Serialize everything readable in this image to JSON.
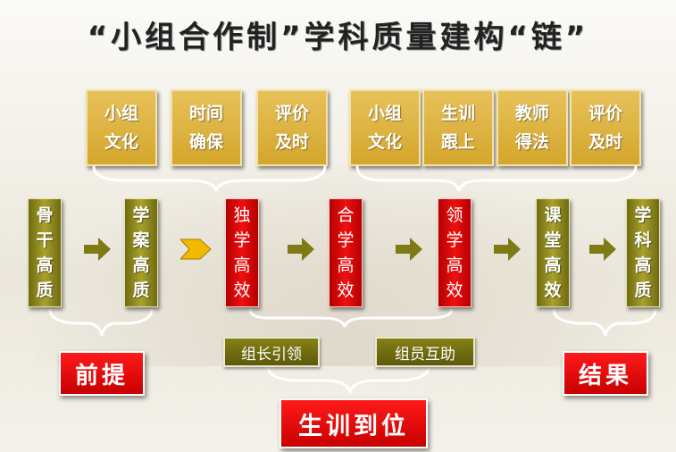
{
  "title": "“小组合作制”学科质量建构“链”",
  "top_boxes": [
    {
      "line1": "小组",
      "line2": "文化"
    },
    {
      "line1": "时间",
      "line2": "确保"
    },
    {
      "line1": "评价",
      "line2": "及时"
    },
    {
      "line1": "小组",
      "line2": "文化"
    },
    {
      "line1": "生训",
      "line2": "跟上"
    },
    {
      "line1": "教师",
      "line2": "得法"
    },
    {
      "line1": "评价",
      "line2": "及时"
    }
  ],
  "chain": [
    {
      "chars": [
        "骨",
        "干",
        "高",
        "质"
      ],
      "color": "olive"
    },
    {
      "chars": [
        "学",
        "案",
        "高",
        "质"
      ],
      "color": "olive"
    },
    {
      "chars": [
        "独",
        "学",
        "高",
        "效"
      ],
      "color": "red"
    },
    {
      "chars": [
        "合",
        "学",
        "高",
        "效"
      ],
      "color": "red"
    },
    {
      "chars": [
        "领",
        "学",
        "高",
        "效"
      ],
      "color": "red"
    },
    {
      "chars": [
        "课",
        "堂",
        "高",
        "效"
      ],
      "color": "olive"
    },
    {
      "chars": [
        "学",
        "科",
        "高",
        "质"
      ],
      "color": "olive"
    }
  ],
  "pills": {
    "left": "组长引领",
    "right": "组员互助"
  },
  "labels": {
    "premise": "前提",
    "result": "结果",
    "bottom": "生训到位"
  },
  "colors": {
    "gold": "#d4a62c",
    "olive": "#8a8418",
    "red": "#e00000",
    "arrow_highlight": "#f0b800"
  }
}
